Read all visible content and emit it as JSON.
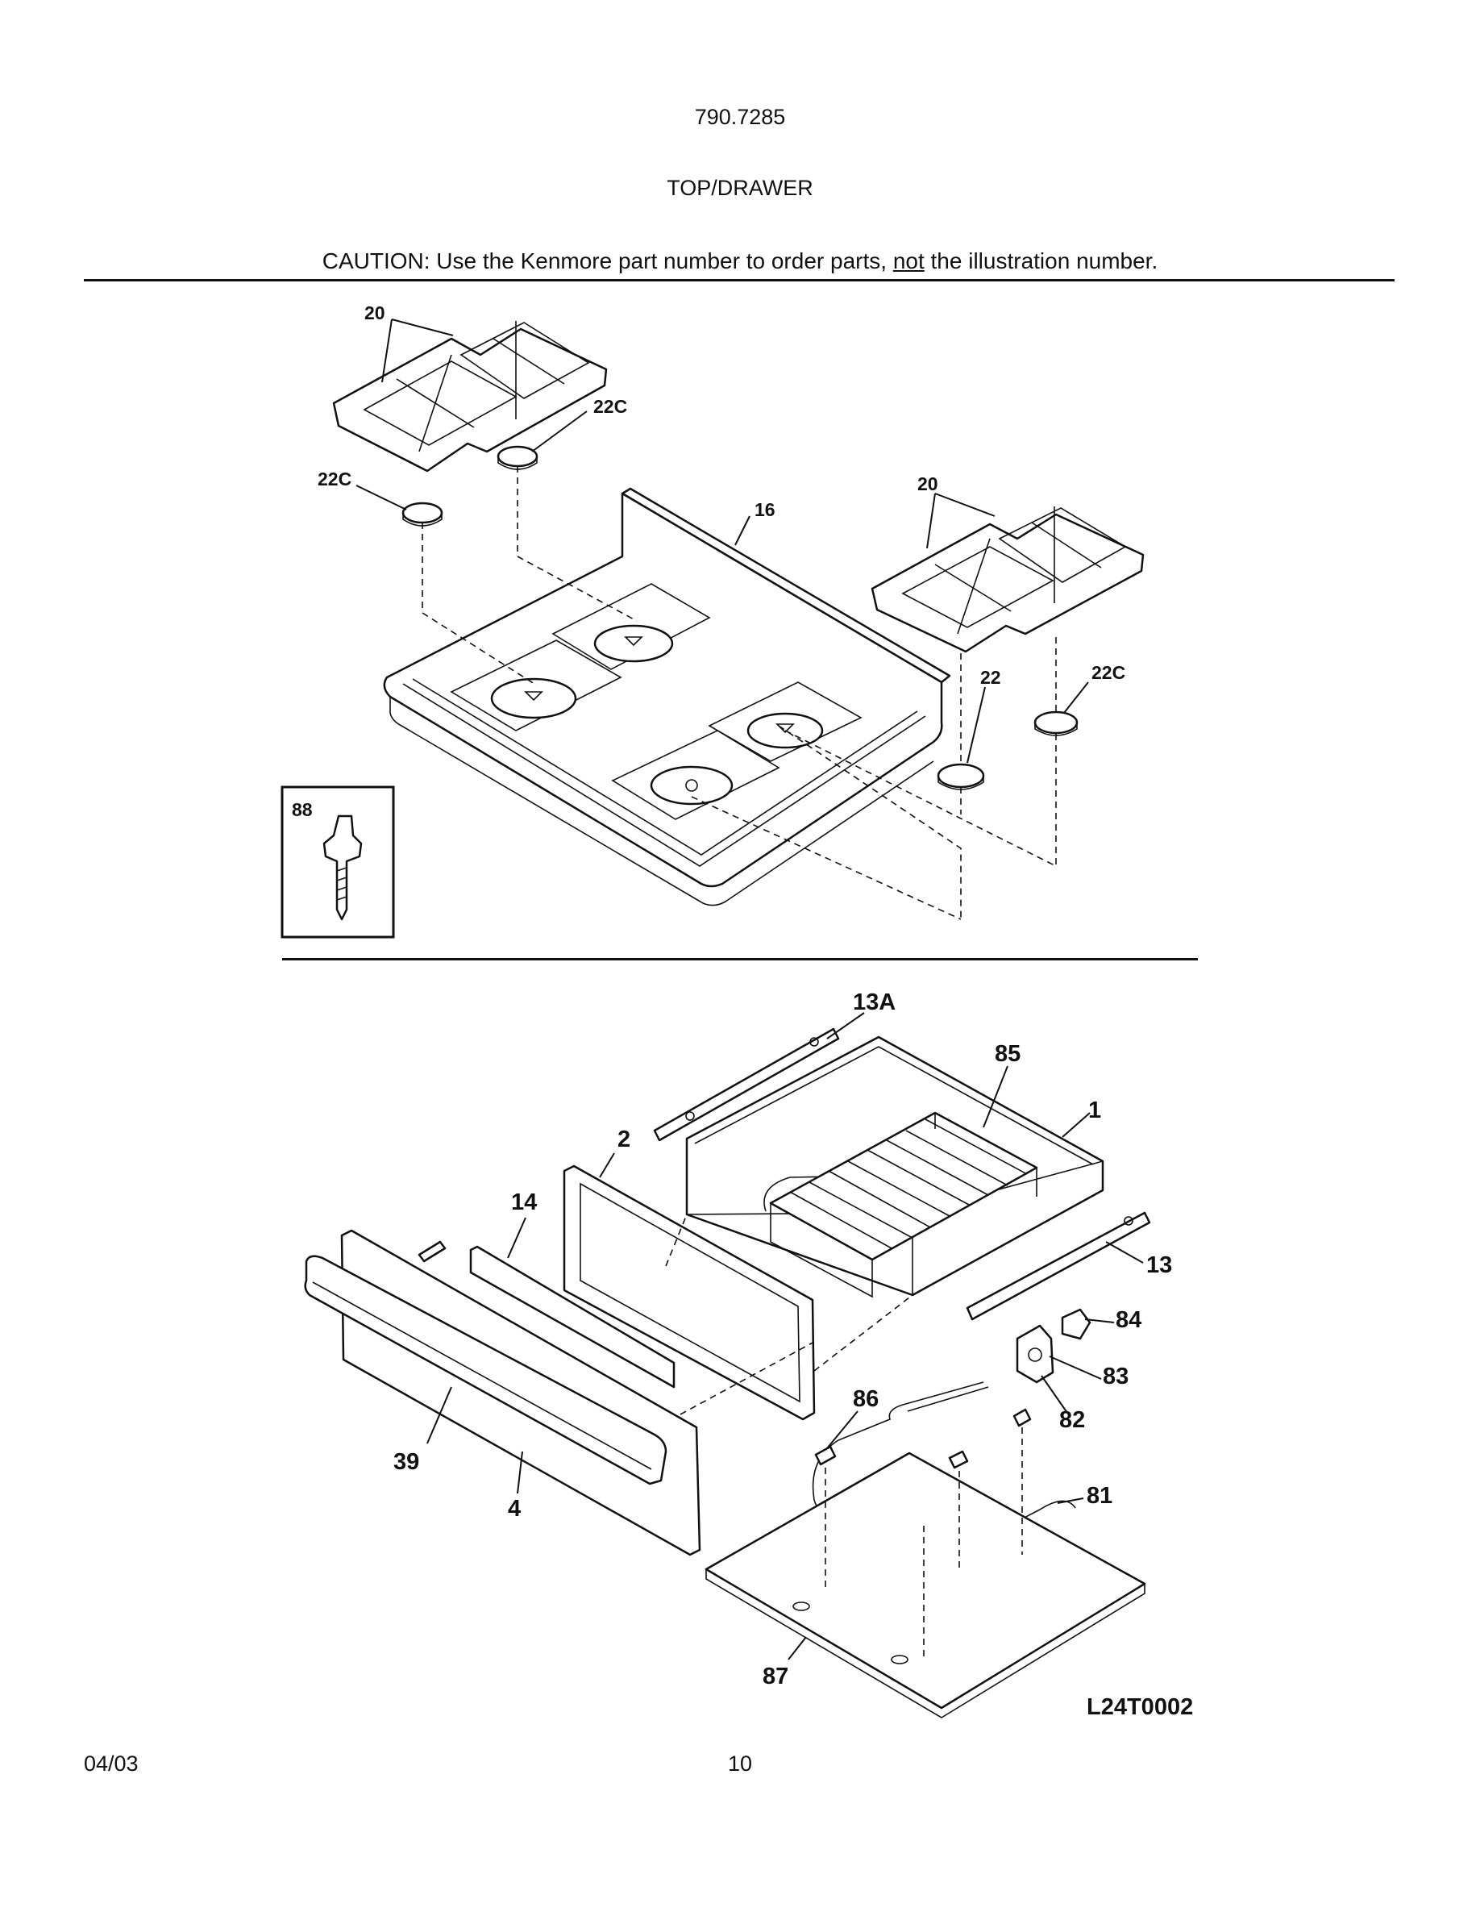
{
  "header": {
    "model_number": "790.7285",
    "section_title": "TOP/DRAWER",
    "caution_prefix": "CAUTION: Use the Kenmore part number to order parts, ",
    "caution_emphasis": "not",
    "caution_suffix": " the illustration number."
  },
  "top_callouts": {
    "grate_left": "20",
    "cap_upper": "22C",
    "cap_left": "22C",
    "cooktop": "16",
    "grate_right": "20",
    "cap_front": "22",
    "cap_right": "22C",
    "inset_part": "88"
  },
  "drawer_callouts": {
    "rail_left": "13A",
    "rack": "85",
    "drawer_body": "1",
    "drawer_front_inner": "2",
    "trim_strip": "14",
    "rail_right": "13",
    "bracket_top": "84",
    "bracket_mid": "83",
    "bracket_low": "82",
    "clip": "86",
    "element": "81",
    "handle": "39",
    "drawer_panel": "4",
    "bottom_pan": "87"
  },
  "drawing_id": "L24T0002",
  "footer": {
    "date": "04/03",
    "page_number": "10"
  }
}
